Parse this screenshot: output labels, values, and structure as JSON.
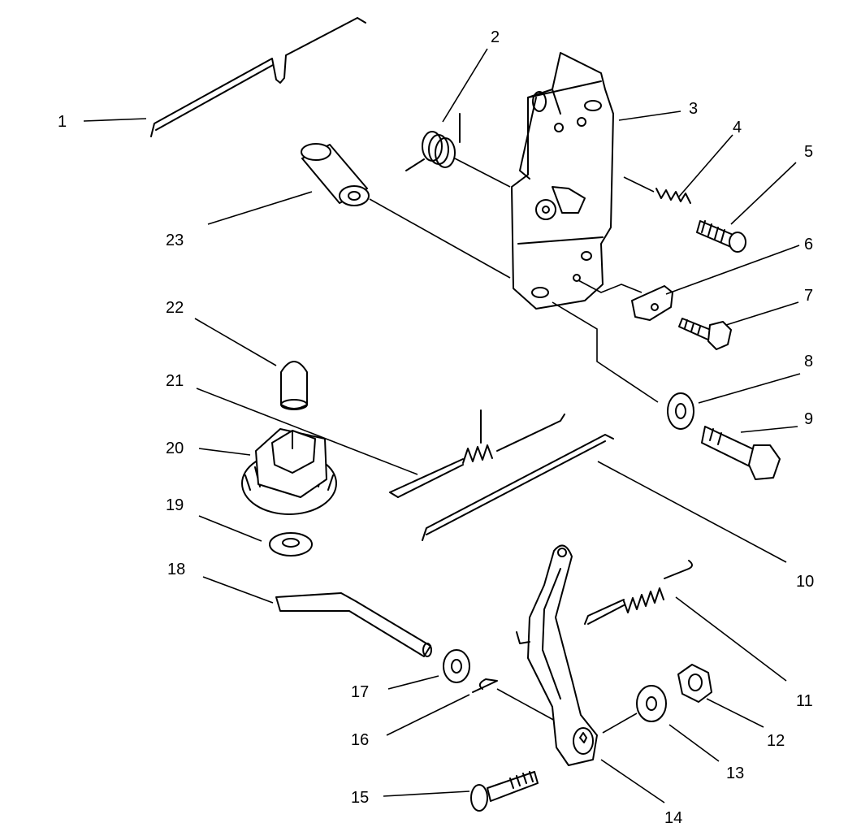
{
  "diagram": {
    "line_color": "#000000",
    "background": "#ffffff",
    "callouts": [
      "1",
      "2",
      "3",
      "4",
      "5",
      "6",
      "7",
      "8",
      "9",
      "10",
      "11",
      "12",
      "13",
      "14",
      "15",
      "16",
      "17",
      "18",
      "19",
      "20",
      "21",
      "22",
      "23"
    ]
  }
}
